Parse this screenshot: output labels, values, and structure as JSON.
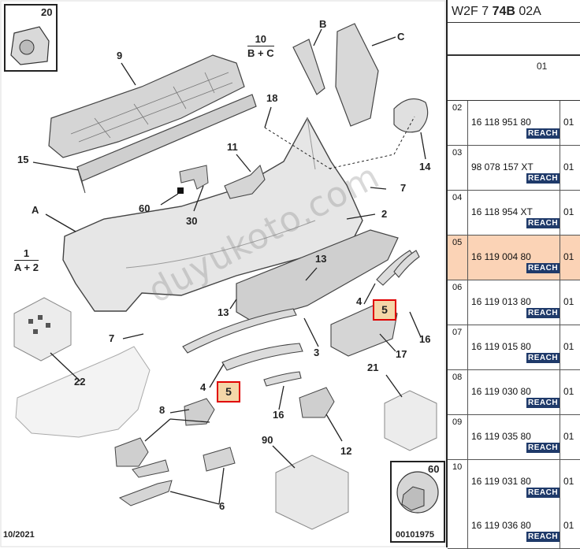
{
  "diagram": {
    "corner_box_top_left": "20",
    "corner_box_bottom_right": "60",
    "callouts": [
      "9",
      "B",
      "C",
      "18",
      "11",
      "15",
      "60",
      "30",
      "A",
      "7",
      "2",
      "14",
      "13",
      "13",
      "4",
      "3",
      "17",
      "16",
      "7",
      "22",
      "4",
      "8",
      "16",
      "21",
      "12",
      "90",
      "6"
    ],
    "fraction_labels": [
      {
        "top": "10",
        "bottom": "B + C"
      },
      {
        "top": "1",
        "bottom": "A + 2"
      }
    ],
    "highlighted_item": "5",
    "date": "10/2021",
    "figure_code": "00101975",
    "watermark": "duyukoto.com"
  },
  "panel": {
    "reference": {
      "prefix": "W2F 7 ",
      "bold": "74B",
      "suffix": " 02A"
    },
    "qty_header": "01",
    "badge_label": "REACH",
    "selected_row": "05",
    "highlight_color": "#fbd3b6",
    "badge_color": "#1f3a6a",
    "marker_color": "#e00000",
    "rows": [
      {
        "index": "02",
        "parts": [
          {
            "number": "16 118 951 80",
            "qty": "01"
          }
        ]
      },
      {
        "index": "03",
        "parts": [
          {
            "number": "98 078 157 XT",
            "qty": "01"
          }
        ]
      },
      {
        "index": "04",
        "parts": [
          {
            "number": "16 118 954 XT",
            "qty": "01"
          }
        ]
      },
      {
        "index": "05",
        "parts": [
          {
            "number": "16 119 004 80",
            "qty": "01"
          }
        ]
      },
      {
        "index": "06",
        "parts": [
          {
            "number": "16 119 013 80",
            "qty": "01"
          }
        ]
      },
      {
        "index": "07",
        "parts": [
          {
            "number": "16 119 015 80",
            "qty": "01"
          }
        ]
      },
      {
        "index": "08",
        "parts": [
          {
            "number": "16 119 030 80",
            "qty": "01"
          }
        ]
      },
      {
        "index": "09",
        "parts": [
          {
            "number": "16 119 035 80",
            "qty": "01"
          }
        ]
      },
      {
        "index": "10",
        "parts": [
          {
            "number": "16 119 031 80",
            "qty": "01"
          },
          {
            "number": "16 119 036 80",
            "qty": "01"
          }
        ]
      }
    ]
  }
}
